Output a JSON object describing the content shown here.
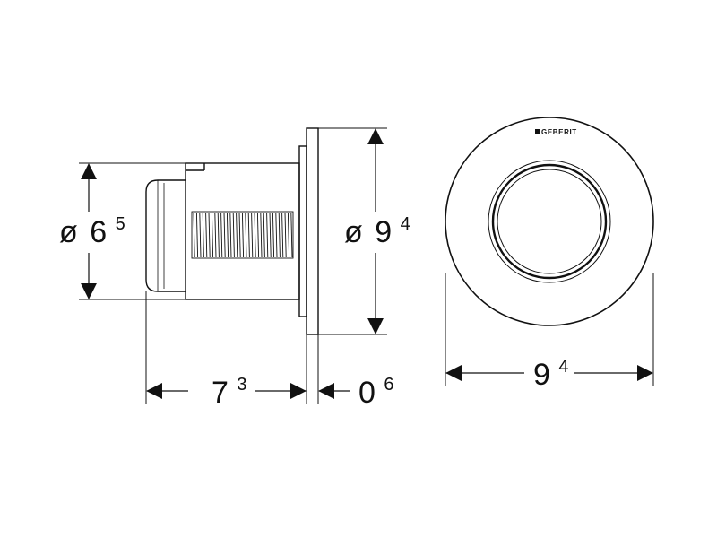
{
  "dimensions": {
    "side_height": {
      "symbol": "ø",
      "main": "6",
      "sup": "5"
    },
    "flange_height": {
      "symbol": "ø",
      "main": "9",
      "sup": "4"
    },
    "body_length": {
      "main": "7",
      "sup": "3"
    },
    "flange_thickness": {
      "main": "0",
      "sup": "6"
    },
    "front_diameter": {
      "main": "9",
      "sup": "4"
    }
  },
  "logo": {
    "text": "GEBERIT"
  },
  "colors": {
    "line": "#111111",
    "background": "#ffffff"
  }
}
